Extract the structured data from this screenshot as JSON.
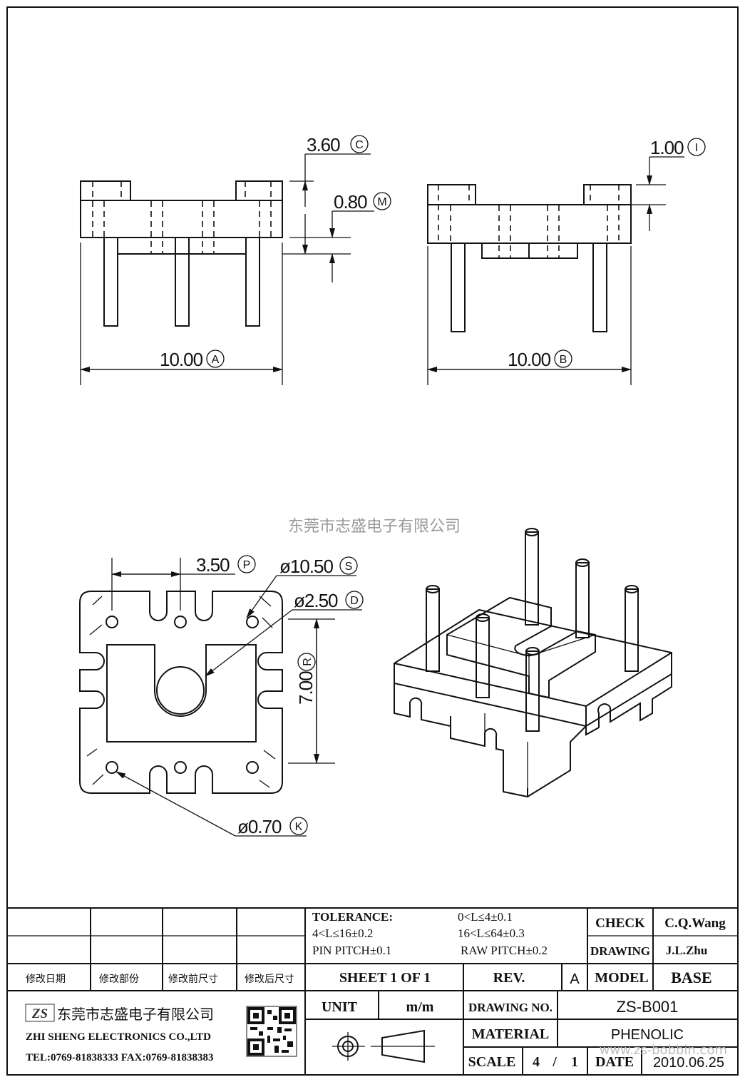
{
  "watermark": "东莞市志盛电子有限公司",
  "footer_watermark": "www.zs-bobbin.com",
  "dimensions": {
    "front_height": "3.60",
    "front_height_ref": "C",
    "front_step": "0.80",
    "front_step_ref": "M",
    "front_width": "10.00",
    "front_width_ref": "A",
    "side_top": "1.00",
    "side_top_ref": "I",
    "side_width": "10.00",
    "side_width_ref": "B",
    "pin_pitch": "3.50",
    "pin_pitch_ref": "P",
    "outer_dia": "ø10.50",
    "outer_dia_ref": "S",
    "center_hole": "ø2.50",
    "center_hole_ref": "D",
    "inner_height": "7.00",
    "inner_height_ref": "R",
    "pin_dia": "ø0.70",
    "pin_dia_ref": "K"
  },
  "title_block": {
    "tolerance_label": "TOLERANCE:",
    "tol_1": "0<L≤4±0.1",
    "tol_2": "4<L≤16±0.2",
    "tol_3": "16<L≤64±0.3",
    "pin_pitch_tol": "PIN PITCH±0.1",
    "raw_pitch_tol": "RAW PITCH±0.2",
    "check_label": "CHECK",
    "check_value": "C.Q.Wang",
    "drawing_label": "DRAWING",
    "drawing_value": "J.L.Zhu",
    "rev_cols": [
      "修改日期",
      "修改部份",
      "修改前尺寸",
      "修改后尺寸"
    ],
    "sheet": "SHEET  1  OF  1",
    "rev_label": "REV.",
    "rev_value": "A",
    "model_label": "MODEL",
    "model_value": "BASE",
    "unit_label": "UNIT",
    "unit_value": "m/m",
    "drawing_no_label": "DRAWING  NO.",
    "drawing_no_value": "ZS-B001",
    "material_label": "MATERIAL",
    "material_value": "PHENOLIC",
    "scale_label": "SCALE",
    "scale_num": "4",
    "scale_sep": "/",
    "scale_den": "1",
    "date_label": "DATE",
    "date_value": "2010.06.25",
    "company_cn": "东莞市志盛电子有限公司",
    "company_en": "ZHI SHENG  ELECTRONICS CO.,LTD",
    "company_contact": "TEL:0769-81838333 FAX:0769-81838383",
    "logo_text": "ZS"
  }
}
